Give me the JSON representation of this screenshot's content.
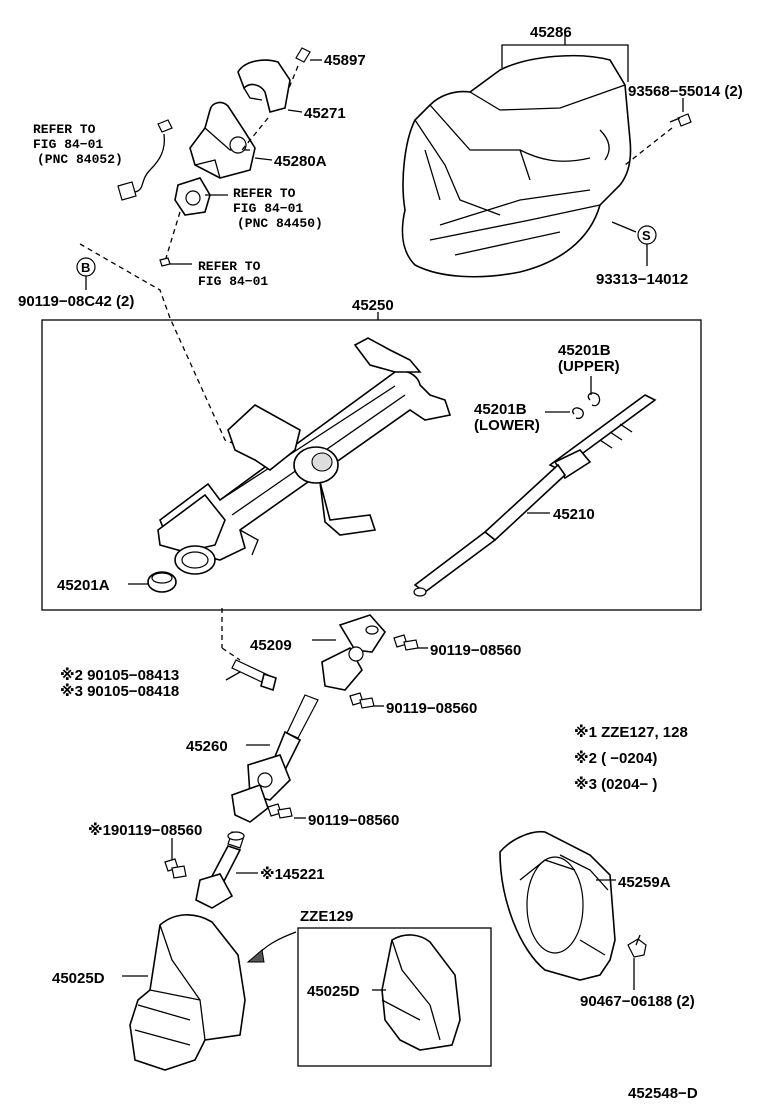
{
  "labels": {
    "p45286": "45286",
    "p45897": "45897",
    "p45271": "45271",
    "p45280a": "45280A",
    "p93568": "93568−55014 (2)",
    "p93313": "93313−14012",
    "s_circle": "S",
    "refer1": [
      "REFER TO",
      "FIG 84−01",
      "(PNC 84052)"
    ],
    "refer2": [
      "REFER TO",
      "FIG 84−01",
      "(PNC 84450)"
    ],
    "refer3": [
      "REFER TO",
      "FIG 84−01"
    ],
    "b_circle": "B",
    "p90119_08c42": "90119−08C42 (2)",
    "p45250": "45250",
    "p45201b_upper": [
      "45201B",
      "(UPPER)"
    ],
    "p45201b_lower": [
      "45201B",
      "(LOWER)"
    ],
    "p45210": "45210",
    "p45201a": "45201A",
    "p45209": "45209",
    "p90119_08560_a": "90119−08560",
    "p90119_08560_b": "90119−08560",
    "p90119_08560_c": "90119−08560",
    "p90105": [
      "※2 90105−08413",
      "※3 90105−08418"
    ],
    "p45260": "45260",
    "notes": [
      "※1  ZZE127, 128",
      "※2 (       −0204)",
      "※3 (0204−       )"
    ],
    "p190119": "※190119−08560",
    "p145221": "※145221",
    "p45259a": "45259A",
    "zze129": "ZZE129",
    "p45025d_a": "45025D",
    "p45025d_b": "45025D",
    "p90467": "90467−06188 (2)",
    "figure_id": "452548−D"
  }
}
